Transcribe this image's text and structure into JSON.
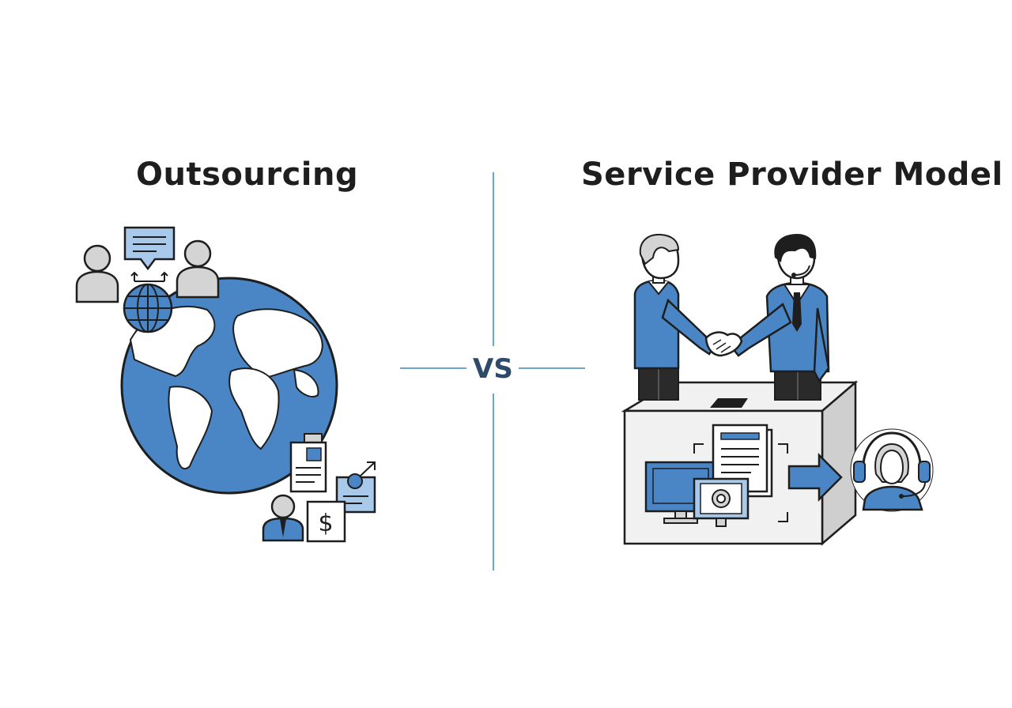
{
  "left_title": "Outsourcing",
  "right_title": "Service Provider Model",
  "vs_label": "VS",
  "dollar_symbol": "$",
  "colors": {
    "accent_blue": "#4a86c5",
    "light_blue": "#a9c9ea",
    "gray": "#d4d4d4",
    "ink": "#1e1e1e",
    "divider": "#6ea3cf"
  }
}
